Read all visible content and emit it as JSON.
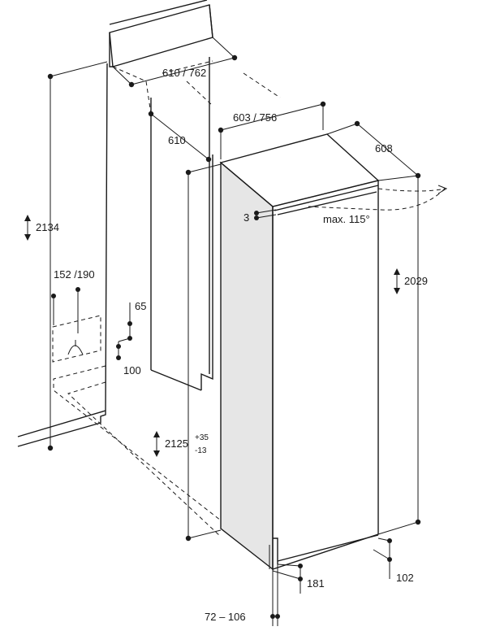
{
  "diagram": {
    "dimensions": {
      "niche_depth_top": "610 / 762",
      "niche_depth_side": "610",
      "appliance_width": "603 / 756",
      "appliance_depth": "608",
      "niche_height": "2134",
      "appliance_height": "2029",
      "appliance_height_body": "2125",
      "appliance_height_tol_plus": "+35",
      "appliance_height_tol_minus": "-13",
      "door_gap": "3",
      "door_angle": "max. 115°",
      "socket_offset": "152 /190",
      "socket_height_top": "65",
      "socket_height_bottom": "100",
      "plinth_depth": "181",
      "plinth_height": "102",
      "plinth_range": "72 – 106"
    }
  }
}
